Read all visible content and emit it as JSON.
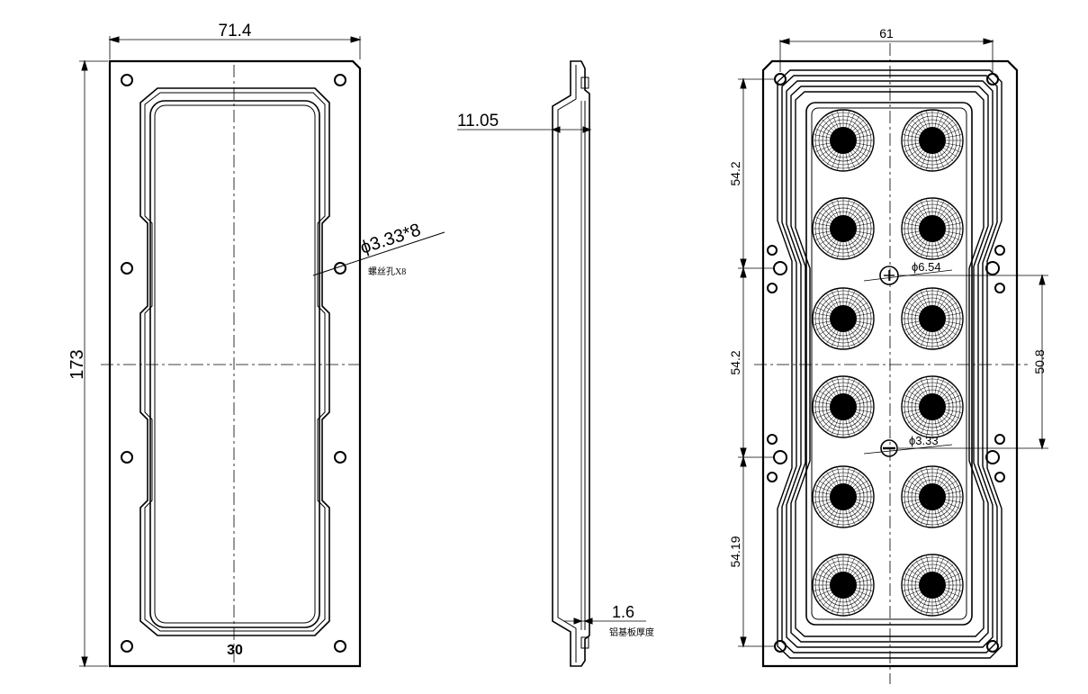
{
  "front_view": {
    "width_dim": "71.4",
    "height_dim": "173",
    "hole_note": "ϕ3.33*8",
    "hole_note_cn": "螺丝孔X8",
    "label_30": "30"
  },
  "side_view": {
    "thickness_dim": "11.05",
    "board_dim": "1.6",
    "board_note_cn": "铝基板厚度"
  },
  "back_view": {
    "width_dim": "61",
    "seg1": "54.2",
    "seg2": "54.2",
    "seg3": "54.19",
    "spacing": "50.8",
    "hole_large": "ϕ6.54",
    "hole_small": "ϕ3.33"
  },
  "colors": {
    "line": "#000000",
    "background": "#ffffff"
  }
}
